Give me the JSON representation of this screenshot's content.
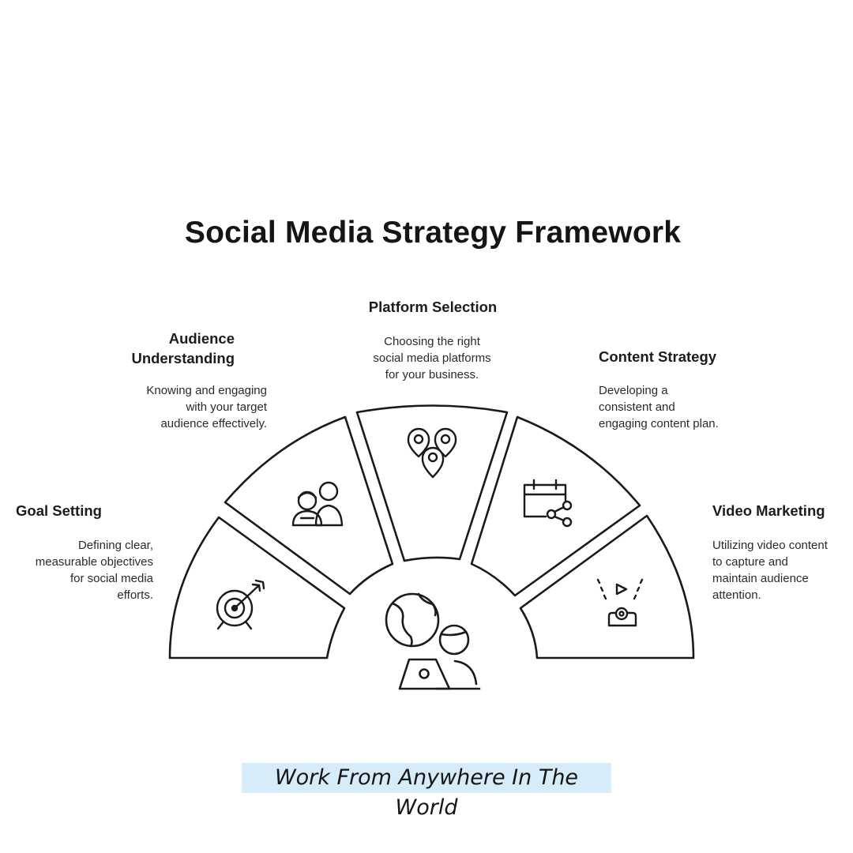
{
  "title": "Social Media Strategy Framework",
  "segments": [
    {
      "heading": "Goal Setting",
      "description": [
        "Defining clear,",
        "measurable objectives",
        "for social media",
        "efforts."
      ],
      "icon": "target-icon"
    },
    {
      "heading": [
        "Audience",
        "Understanding"
      ],
      "description": [
        "Knowing and engaging",
        "with your target",
        "audience effectively."
      ],
      "icon": "audience-icon"
    },
    {
      "heading": "Platform Selection",
      "description": [
        "Choosing the right",
        "social media platforms",
        "for your business."
      ],
      "icon": "location-pins-icon"
    },
    {
      "heading": "Content Strategy",
      "description": [
        "Developing a",
        "consistent and",
        "engaging content plan."
      ],
      "icon": "calendar-share-icon"
    },
    {
      "heading": "Video Marketing",
      "description": [
        "Utilizing video content",
        "to capture and",
        "maintain audience",
        "attention."
      ],
      "icon": "video-camera-icon"
    }
  ],
  "center_icon": "remote-work-globe-icon",
  "tagline": "Work From Anywhere In The World",
  "colors": {
    "stroke": "#1a1a1a",
    "tagline_bg": "#d6ecf8"
  }
}
